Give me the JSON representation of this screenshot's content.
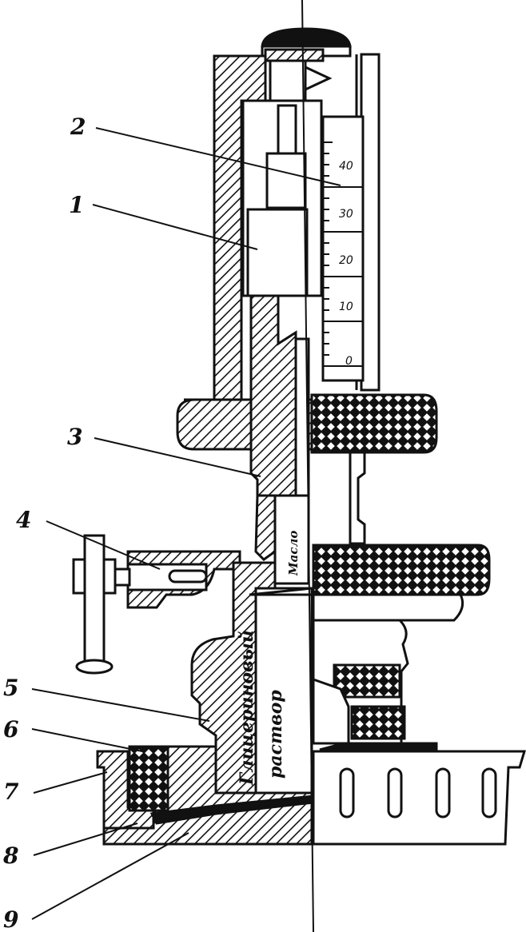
{
  "labels": {
    "l1": "1",
    "l2": "2",
    "l3": "3",
    "l4": "4",
    "l5": "5",
    "l6": "6",
    "l7": "7",
    "l8": "8",
    "l9": "9"
  },
  "scale_marks": {
    "s40": "40",
    "s30": "30",
    "s20": "20",
    "s10": "10",
    "s0": "0"
  },
  "inscriptions": {
    "oil": "Масло",
    "glycerin_top": "Глицериновый",
    "glycerin_bottom": "раствор"
  },
  "colors": {
    "ink": "#111111",
    "paper": "#ffffff"
  }
}
